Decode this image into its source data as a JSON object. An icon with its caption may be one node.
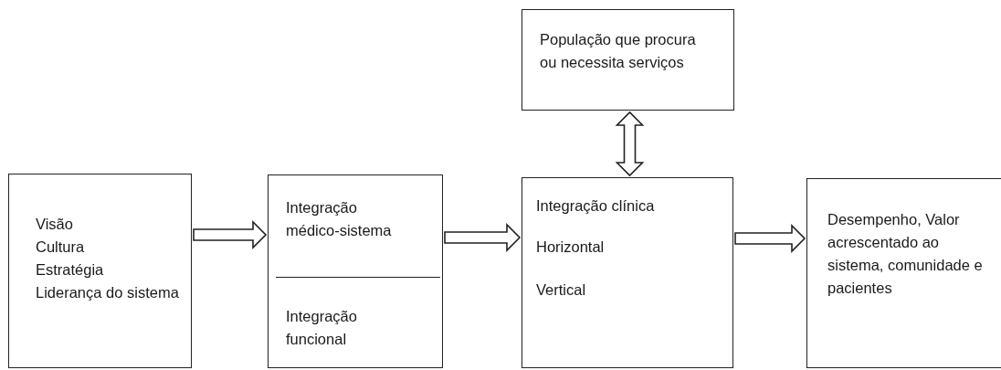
{
  "diagram": {
    "nodes": [
      {
        "text": [
          "Visão",
          "Cultura",
          "Estratégia",
          "Liderança do sistema"
        ]
      },
      {
        "text": [
          "Integração médico-sistema",
          "Integração funcional"
        ]
      },
      {
        "text": [
          "População que procura ou necessita serviços"
        ]
      },
      {
        "text": [
          "Integração clínica",
          "Horizontal",
          "Vertical"
        ]
      },
      {
        "text": [
          "Desempenho, Valor acrescentado ao sistema, comunidade e pacientes"
        ]
      }
    ],
    "edges": [
      {
        "from": 0,
        "to": 1,
        "arrow": "to"
      },
      {
        "from": 1,
        "to": 3,
        "arrow": "to"
      },
      {
        "from": 2,
        "to": 3,
        "arrow": "both"
      },
      {
        "from": 3,
        "to": 4,
        "arrow": "to"
      }
    ]
  }
}
